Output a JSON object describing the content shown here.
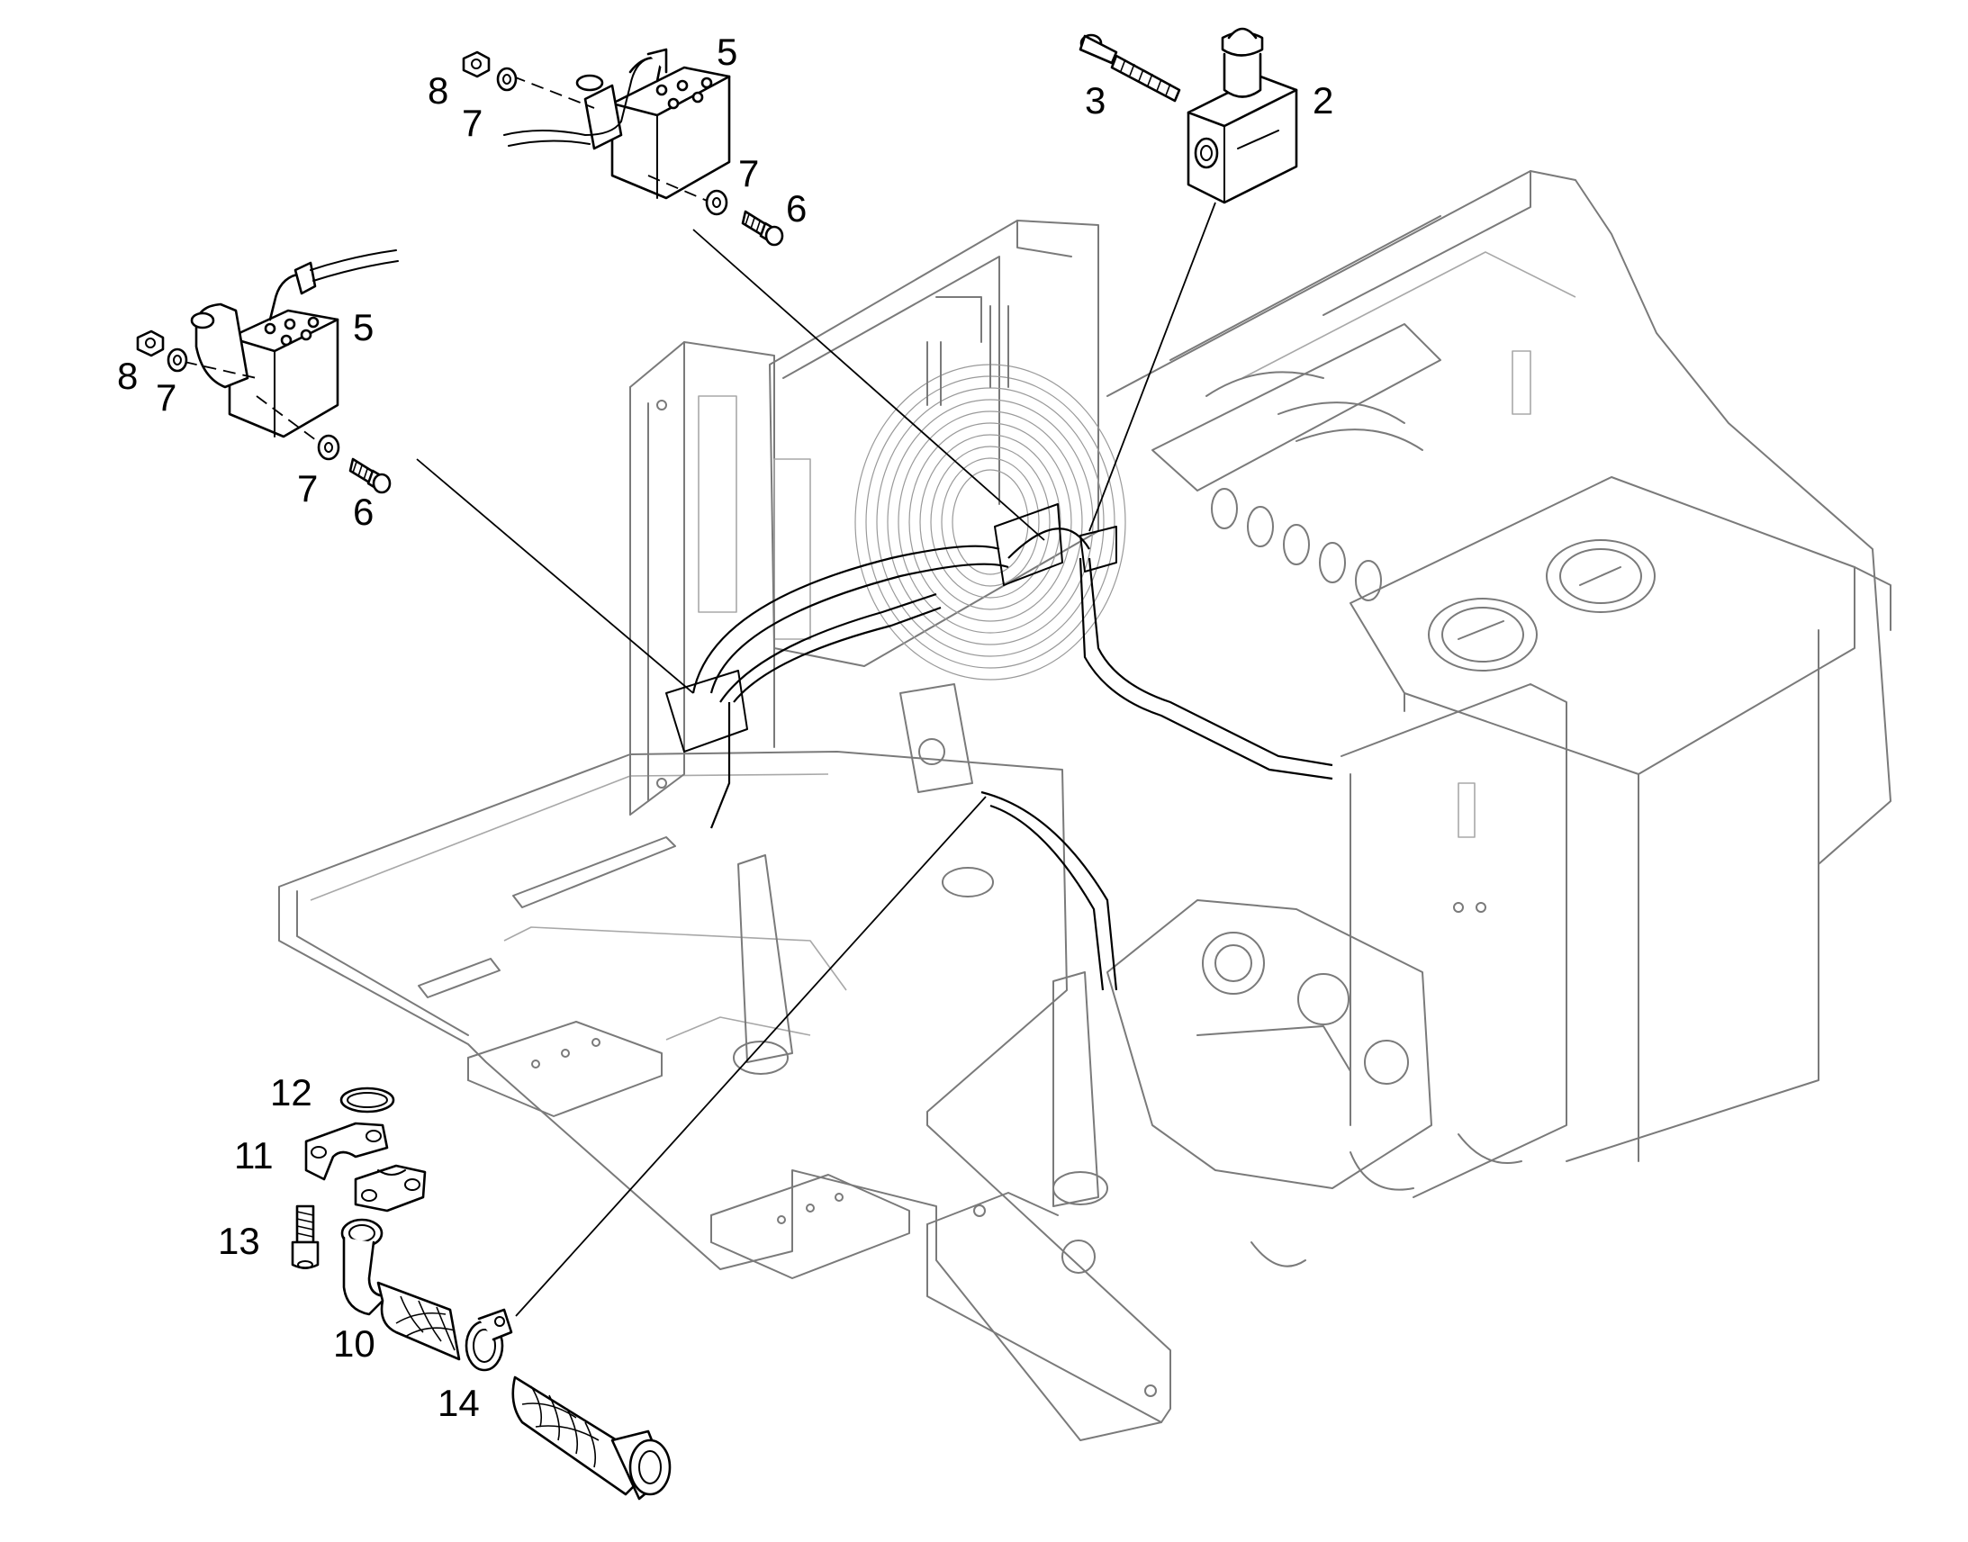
{
  "callouts": {
    "n2": "2",
    "n3": "3",
    "n5a": "5",
    "n5b": "5",
    "n6a": "6",
    "n6b": "6",
    "n7a": "7",
    "n7b": "7",
    "n7c": "7",
    "n7d": "7",
    "n8a": "8",
    "n8b": "8",
    "n10": "10",
    "n11": "11",
    "n12": "12",
    "n13": "13",
    "n14": "14"
  }
}
